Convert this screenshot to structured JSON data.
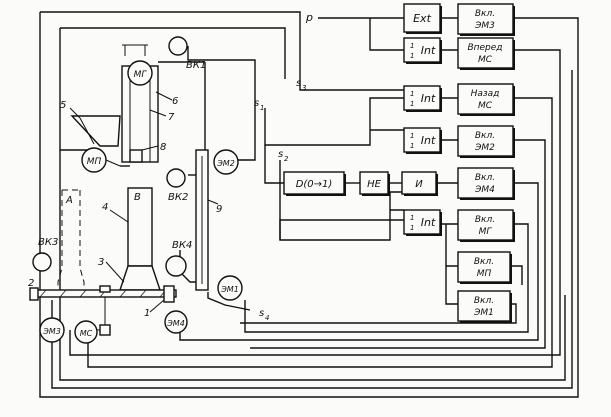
{
  "blocks": {
    "ext": "Ext",
    "int": "Int",
    "int_fraction": "1/1",
    "vkl_em3": [
      "Вкл.",
      "ЭМ3"
    ],
    "vpered_ms": [
      "Вперед",
      "МС"
    ],
    "nazad_ms": [
      "Назад",
      "МС"
    ],
    "vkl_em2": [
      "Вкл.",
      "ЭМ2"
    ],
    "d_block": "D(0→1)",
    "ne": "НЕ",
    "i": "И",
    "vkl_em4": [
      "Вкл.",
      "ЭМ4"
    ],
    "vkl_mg": [
      "Вкл.",
      "МГ"
    ],
    "vkl_mp": [
      "Вкл.",
      "МП"
    ],
    "vkl_em1": [
      "Вкл.",
      "ЭМ1"
    ]
  },
  "signals": {
    "p": "p",
    "s1": "s",
    "s2": "s",
    "s3": "s",
    "s4": "s",
    "s1_sub": "1",
    "s2_sub": "2",
    "s3_sub": "3",
    "s4_sub": "4"
  },
  "devices": {
    "mg": "МГ",
    "mp": "МП",
    "em1": "ЭМ1",
    "em2": "ЭМ2",
    "em3": "ЭМ3",
    "em4": "ЭМ4",
    "ms": "МС",
    "vk1": "ВК1",
    "vk2": "ВК2",
    "vk3": "ВК3",
    "vk4": "ВК4"
  },
  "labels": {
    "n1": "1",
    "n2": "2",
    "n3": "3",
    "n4": "4",
    "n5": "5",
    "n6": "6",
    "n7": "7",
    "n8": "8",
    "n9": "9",
    "zone_a": "А",
    "zone_b": "В"
  }
}
